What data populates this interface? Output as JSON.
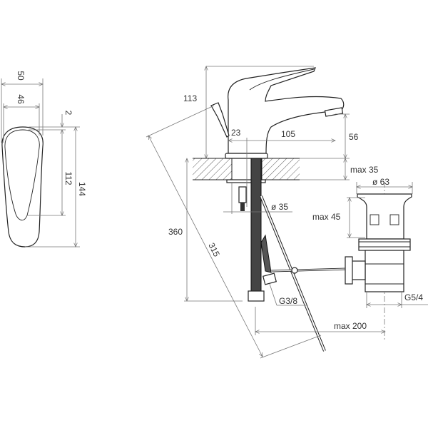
{
  "handle_view": {
    "dims": {
      "width_outer": "50",
      "width_inner": "46",
      "gap": "2",
      "inner_height": "112",
      "outer_height": "144"
    }
  },
  "faucet_view": {
    "dims": {
      "height": "113",
      "spout_offset": "23",
      "spout_reach": "105",
      "spout_height": "56",
      "counter_thickness": "max 35",
      "hole_diameter": "ø 35",
      "hose_length": "360",
      "rod_length": "315",
      "hose_thread": "G3/8",
      "drain_distance": "max 200"
    }
  },
  "drain_view": {
    "dims": {
      "cap_diameter": "ø 63",
      "cap_height": "max 45",
      "thread": "G5/4"
    }
  }
}
